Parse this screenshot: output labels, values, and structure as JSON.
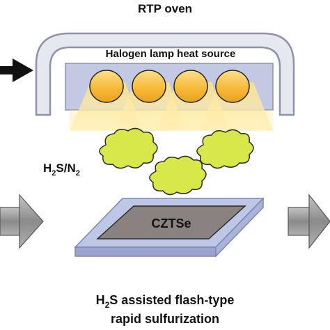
{
  "title": "RTP oven",
  "heat_source_label": "Halogen lamp heat source",
  "gas": {
    "main": "H",
    "sub1": "2",
    "mid": "S/N",
    "sub2": "2"
  },
  "sample_label": "CZTSe",
  "caption": {
    "line1_main": "H",
    "line1_sub": "2",
    "line1_rest": "S assisted flash-type",
    "line2": "rapid sulfurization"
  },
  "colors": {
    "oven_frame": "#e6e8ef",
    "oven_frame_edge": "#8f93a8",
    "lamp_panel": "#c3c8e3",
    "lamp": "#f6b735",
    "light_beam": "#ffe799",
    "gas_cloud": "#d8e84a",
    "substrate": "#bfc7e6",
    "sample": "#8a8280",
    "process_arrow": "#8c8c8c"
  }
}
